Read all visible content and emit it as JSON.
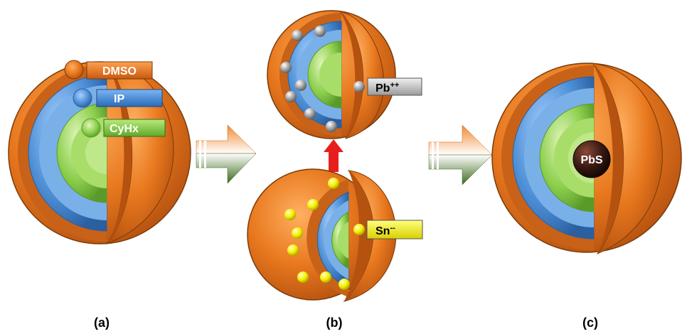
{
  "panels": {
    "a": {
      "caption": "(a)",
      "layers": [
        {
          "label": "DMSO",
          "color": "#e8781e"
        },
        {
          "label": "IP",
          "color": "#4d8fd6"
        },
        {
          "label": "CyHx",
          "color": "#8ccf4d"
        }
      ]
    },
    "b": {
      "caption": "(b)",
      "top_ion": "Pb",
      "top_ion_charge": "++",
      "bottom_ion": "Sn",
      "bottom_ion_charge": "--",
      "top_ion_color": "#b0b0b0",
      "bottom_ion_color": "#f4f000"
    },
    "c": {
      "caption": "(c)",
      "core_label": "PbS",
      "core_color": "#3a1a12"
    }
  },
  "colors": {
    "orange": "#e8781e",
    "blue": "#4d8fd6",
    "green": "#8ccf4d",
    "arrow_red": "#e81e1e"
  }
}
